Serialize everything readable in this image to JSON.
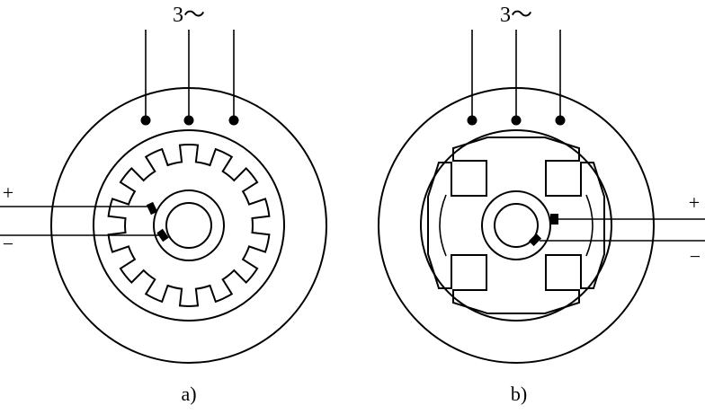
{
  "diagram": {
    "left": {
      "supply_label": "3～",
      "plus_label": "+",
      "minus_label": "−",
      "caption": "a)"
    },
    "right": {
      "supply_label": "3～",
      "plus_label": "+",
      "minus_label": "−",
      "caption": "b)"
    }
  }
}
